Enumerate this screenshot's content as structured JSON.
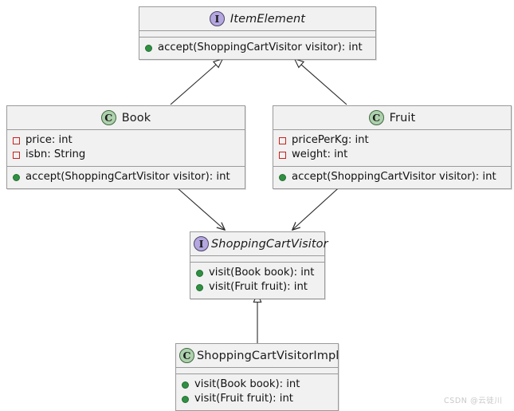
{
  "diagram": {
    "kind": "uml-class-diagram",
    "colors": {
      "box_fill": "#f1f1f1",
      "box_border": "#9a9a9a",
      "interface_icon": "#b4a7e0",
      "class_icon": "#add1ad",
      "field_marker": "#c9211e",
      "method_marker": "#2f8f43",
      "edge": "#2b2b2b",
      "watermark": "#c9c9c9"
    },
    "nodes": {
      "item_element": {
        "name": "ItemElement",
        "stereotype": "I",
        "stereotype_name": "interface",
        "fields": [],
        "methods": [
          {
            "marker": "public",
            "text": "accept(ShoppingCartVisitor visitor): int"
          }
        ]
      },
      "book": {
        "name": "Book",
        "stereotype": "C",
        "stereotype_name": "class",
        "fields": [
          {
            "marker": "private",
            "text": "price: int"
          },
          {
            "marker": "private",
            "text": "isbn: String"
          }
        ],
        "methods": [
          {
            "marker": "public",
            "text": "accept(ShoppingCartVisitor visitor): int"
          }
        ]
      },
      "fruit": {
        "name": "Fruit",
        "stereotype": "C",
        "stereotype_name": "class",
        "fields": [
          {
            "marker": "private",
            "text": "pricePerKg: int"
          },
          {
            "marker": "private",
            "text": "weight: int"
          }
        ],
        "methods": [
          {
            "marker": "public",
            "text": "accept(ShoppingCartVisitor visitor): int"
          }
        ]
      },
      "shopping_cart_visitor": {
        "name": "ShoppingCartVisitor",
        "stereotype": "I",
        "stereotype_name": "interface",
        "fields": [],
        "methods": [
          {
            "marker": "public",
            "text": "visit(Book book): int"
          },
          {
            "marker": "public",
            "text": "visit(Fruit fruit): int"
          }
        ]
      },
      "shopping_cart_visitor_impl": {
        "name": "ShoppingCartVisitorImpl",
        "stereotype": "C",
        "stereotype_name": "class",
        "fields": [],
        "methods": [
          {
            "marker": "public",
            "text": "visit(Book book): int"
          },
          {
            "marker": "public",
            "text": "visit(Fruit fruit): int"
          }
        ]
      }
    },
    "edges": [
      {
        "from": "book",
        "to": "item_element",
        "type": "realization",
        "arrow": "hollow-triangle"
      },
      {
        "from": "fruit",
        "to": "item_element",
        "type": "realization",
        "arrow": "hollow-triangle"
      },
      {
        "from": "book",
        "to": "shopping_cart_visitor",
        "type": "dependency",
        "arrow": "open-arrow"
      },
      {
        "from": "fruit",
        "to": "shopping_cart_visitor",
        "type": "dependency",
        "arrow": "open-arrow"
      },
      {
        "from": "shopping_cart_visitor_impl",
        "to": "shopping_cart_visitor",
        "type": "realization",
        "arrow": "hollow-triangle"
      }
    ]
  },
  "watermark": {
    "text": "CSDN @云徒川"
  }
}
